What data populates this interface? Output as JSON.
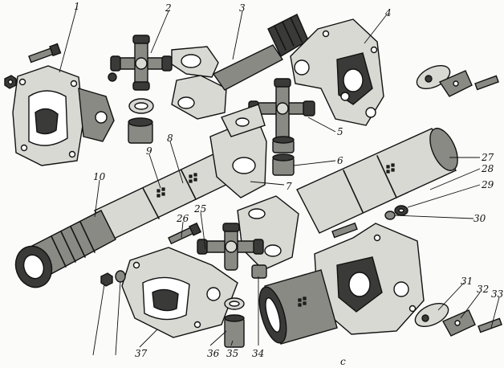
{
  "figure": {
    "part_numbers": [
      {
        "id": "p1",
        "text": "1"
      },
      {
        "id": "p2",
        "text": "2"
      },
      {
        "id": "p3",
        "text": "3"
      },
      {
        "id": "p4",
        "text": "4"
      },
      {
        "id": "p5",
        "text": "5"
      },
      {
        "id": "p6",
        "text": "6"
      },
      {
        "id": "p7",
        "text": "7"
      },
      {
        "id": "p8",
        "text": "8"
      },
      {
        "id": "p9",
        "text": "9"
      },
      {
        "id": "p10",
        "text": "10"
      },
      {
        "id": "p25",
        "text": "25"
      },
      {
        "id": "p26",
        "text": "26"
      },
      {
        "id": "p27",
        "text": "27"
      },
      {
        "id": "p28",
        "text": "28"
      },
      {
        "id": "p29",
        "text": "29"
      },
      {
        "id": "p30",
        "text": "30"
      },
      {
        "id": "p31",
        "text": "31"
      },
      {
        "id": "p32",
        "text": "32"
      },
      {
        "id": "p33",
        "text": "33"
      },
      {
        "id": "p34",
        "text": "34"
      },
      {
        "id": "p35",
        "text": "35"
      },
      {
        "id": "p36",
        "text": "36"
      },
      {
        "id": "p37",
        "text": "37"
      }
    ],
    "corner_mark": "c"
  },
  "colors": {
    "ink": "#151515",
    "paper": "#fbfbf9",
    "shade_light": "#d9d9d4",
    "shade_mid": "#8a8a85",
    "shade_dark": "#3a3a38"
  }
}
